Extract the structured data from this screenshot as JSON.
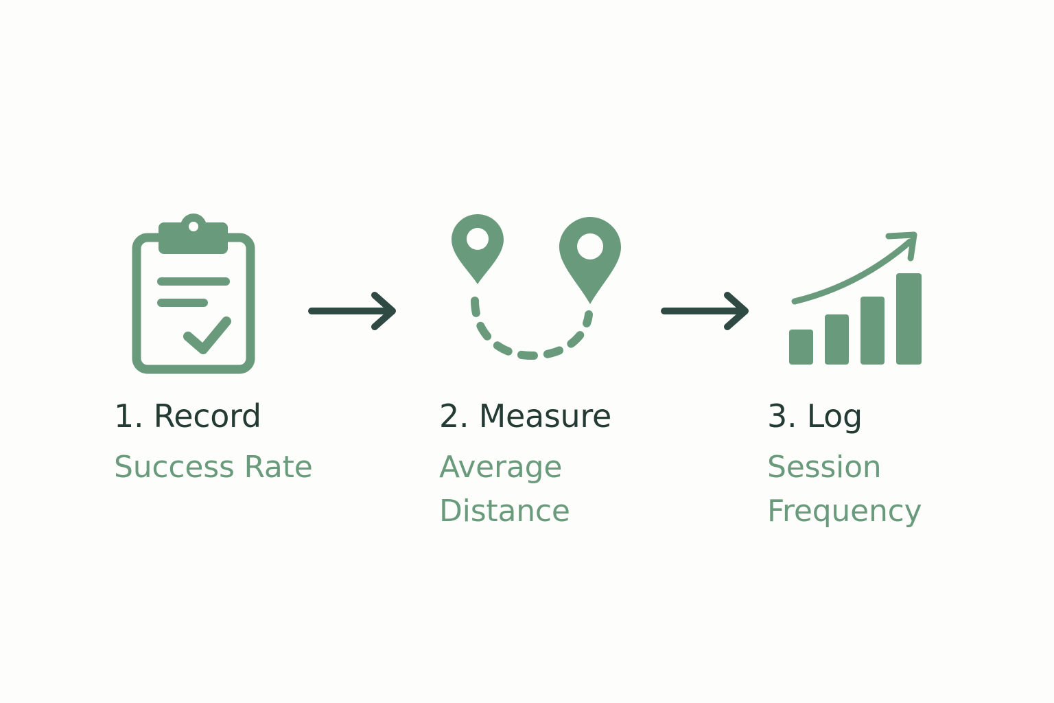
{
  "colors": {
    "background": "#fdfdfb",
    "accent_green": "#6a9a7c",
    "dark_text": "#233a35",
    "arrow": "#2f4a43"
  },
  "steps": [
    {
      "title": "1. Record",
      "subtitle_lines": [
        "Success Rate"
      ],
      "icon": "clipboard-check-icon"
    },
    {
      "title": "2. Measure",
      "subtitle_lines": [
        "Average",
        "Distance"
      ],
      "icon": "map-pins-route-icon"
    },
    {
      "title": "3. Log",
      "subtitle_lines": [
        "Session",
        "Frequency"
      ],
      "icon": "bar-chart-growth-icon"
    }
  ],
  "connectors": [
    {
      "icon": "arrow-right-icon"
    },
    {
      "icon": "arrow-right-icon"
    }
  ]
}
